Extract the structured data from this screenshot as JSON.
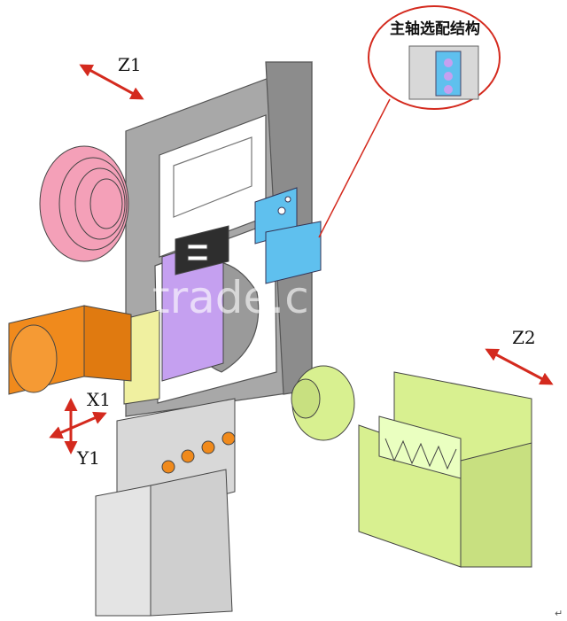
{
  "callout": {
    "title": "主轴选配结构"
  },
  "axes": {
    "z1": "Z1",
    "z2": "Z2",
    "x1": "X1",
    "y1": "Y1"
  },
  "watermark": "trade.china.cn",
  "mark": "↵",
  "colors": {
    "frame": "#a8a8a8",
    "motor_orange": "#f08a1c",
    "pink": "#f4a0b8",
    "purple": "#c5a0f0",
    "yellow": "#f0f0a0",
    "blue": "#5fc0ee",
    "green": "#d8f090",
    "gray_box": "#d8d8d8",
    "arrow_red": "#d42a1e"
  }
}
